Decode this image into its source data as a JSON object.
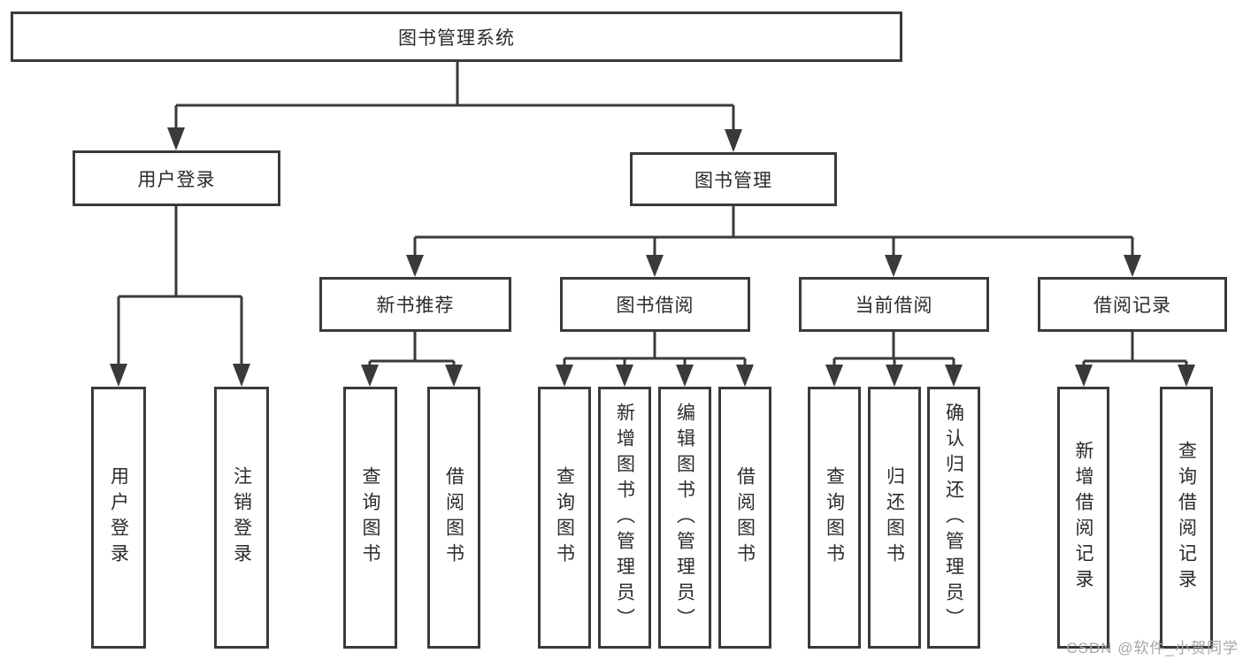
{
  "diagram": {
    "colors": {
      "line": "#3a3a3a",
      "text": "#2b2b2b",
      "watermark": "#a6a6a6",
      "background": "#ffffff"
    },
    "root": {
      "label": "图书管理系统"
    },
    "user_login": {
      "label": "用户登录",
      "children": [
        "用户登录",
        "注销登录"
      ]
    },
    "book_mgmt": {
      "label": "图书管理"
    },
    "new_books": {
      "label": "新书推荐",
      "children": [
        "查询图书",
        "借阅图书"
      ]
    },
    "book_borrow": {
      "label": "图书借阅",
      "children": [
        "查询图书",
        "新增图书（管理员）",
        "编辑图书（管理员）",
        "借阅图书"
      ]
    },
    "current_borrow": {
      "label": "当前借阅",
      "children": [
        "查询图书",
        "归还图书",
        "确认归还（管理员）"
      ]
    },
    "borrow_records": {
      "label": "借阅记录",
      "children": [
        "新增借阅记录",
        "查询借阅记录"
      ]
    },
    "watermark": "CSDN @软件_小贺同学"
  }
}
